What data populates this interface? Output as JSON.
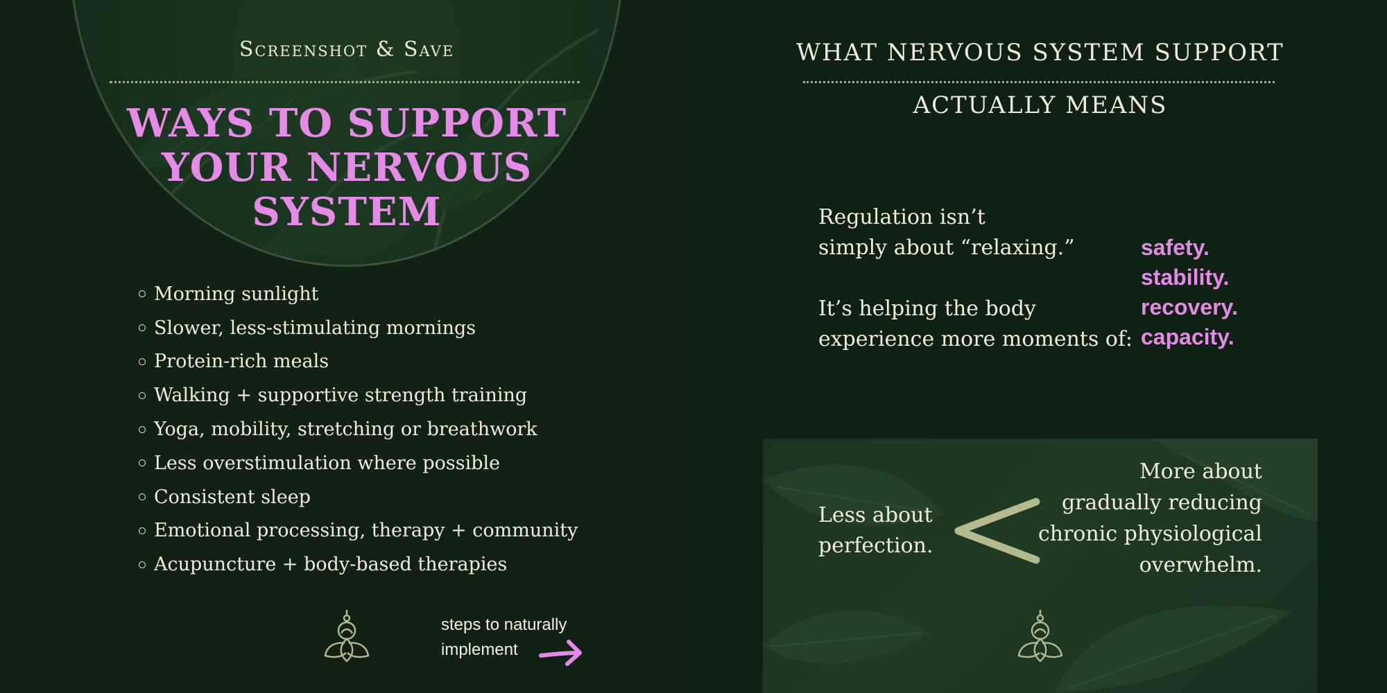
{
  "left": {
    "eyebrow": "Screenshot & Save",
    "headline": "Ways to support your nervous system",
    "tips": [
      "Morning sunlight",
      "Slower, less-stimulating mornings",
      "Protein-rich meals",
      "Walking + supportive strength training",
      "Yoga, mobility, stretching or breathwork",
      "Less overstimulation where possible",
      "Consistent sleep",
      "Emotional processing, therapy + community",
      "Acupuncture + body-based therapies"
    ],
    "footer": {
      "steps_line1": "steps to naturally",
      "steps_line2": "implement"
    }
  },
  "right": {
    "title_line1": "What nervous system support",
    "title_line2": "actually means",
    "regulation": {
      "line1": "Regulation isn’t",
      "line2": "simply about “relaxing.”",
      "line3": "It’s helping the body",
      "line4": "experience more moments of:"
    },
    "words": [
      "safety.",
      "stability.",
      "recovery.",
      "capacity."
    ],
    "comparison": {
      "less_line1": "Less about",
      "less_line2": "perfection.",
      "more_line1": "More about",
      "more_line2": "gradually reducing",
      "more_line3": "chronic physiological",
      "more_line4": "overwhelm."
    }
  },
  "colors": {
    "background": "#112214",
    "accent_pink": "#e58ae6",
    "sage": "#b3bb8f",
    "cream": "#f1ecdd"
  },
  "icons": {
    "logo": "lotus-logo-icon",
    "arrow": "arrow-right-icon",
    "comparison": "less-than-icon"
  }
}
